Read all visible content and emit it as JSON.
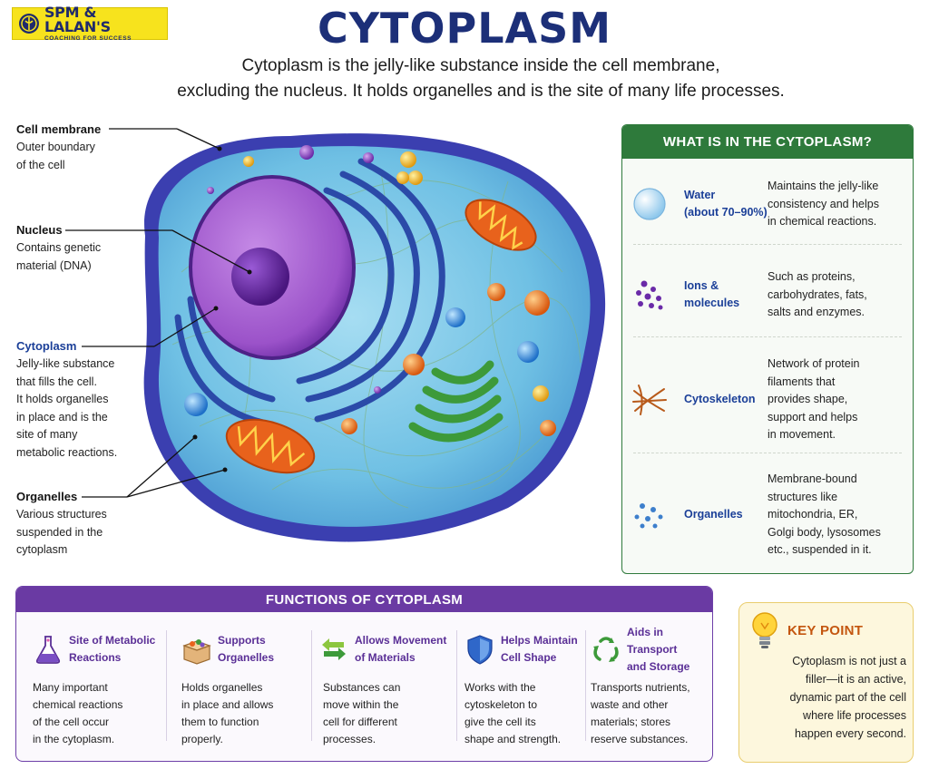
{
  "logo": {
    "name": "SPM & LALAN'S",
    "tagline": "COACHING FOR SUCCESS"
  },
  "title": "CYTOPLASM",
  "subtitle_line1": "Cytoplasm is the jelly-like substance inside the cell membrane,",
  "subtitle_line2": "excluding the nucleus. It holds organelles and is the site of many life processes.",
  "labels": {
    "cell_membrane": {
      "heading": "Cell membrane",
      "desc": [
        "Outer boundary",
        "of the cell"
      ]
    },
    "nucleus": {
      "heading": "Nucleus",
      "desc": [
        "Contains genetic",
        "material (DNA)"
      ]
    },
    "cytoplasm": {
      "heading": "Cytoplasm",
      "desc": [
        "Jelly-like substance",
        "that fills the cell.",
        "It holds organelles",
        "in place and is the",
        "site of many",
        "metabolic reactions."
      ]
    },
    "organelles": {
      "heading": "Organelles",
      "desc": [
        "Various structures",
        "suspended in the",
        "cytoplasm"
      ]
    }
  },
  "contents_panel": {
    "heading": "WHAT IS IN THE CYTOPLASM?",
    "rows": [
      {
        "name": [
          "Water",
          "(about 70–90%)"
        ],
        "desc": [
          "Maintains the jelly-like",
          "consistency and helps",
          "in chemical reactions."
        ],
        "icon": "water-drop-icon"
      },
      {
        "name": [
          "Ions &",
          "molecules"
        ],
        "desc": [
          "Such as proteins,",
          "carbohydrates, fats,",
          "salts and enzymes."
        ],
        "icon": "molecules-icon"
      },
      {
        "name": [
          "Cytoskeleton"
        ],
        "desc": [
          "Network of protein",
          "filaments that",
          "provides shape,",
          "support and helps",
          "in movement."
        ],
        "icon": "filaments-icon"
      },
      {
        "name": [
          "Organelles"
        ],
        "desc": [
          "Membrane-bound",
          "structures like",
          "mitochondria, ER,",
          "Golgi body, lysosomes",
          "etc., suspended in it."
        ],
        "icon": "organelle-dots-icon"
      }
    ]
  },
  "functions_panel": {
    "heading": "FUNCTIONS OF CYTOPLASM",
    "items": [
      {
        "title": [
          "Site of Metabolic",
          "Reactions"
        ],
        "desc": [
          "Many important",
          "chemical reactions",
          "of the cell occur",
          "in the cytoplasm."
        ],
        "icon": "flask-icon"
      },
      {
        "title": [
          "Supports",
          "Organelles"
        ],
        "desc": [
          "Holds organelles",
          "in place and allows",
          "them to function",
          "properly."
        ],
        "icon": "box-icon"
      },
      {
        "title": [
          "Allows Movement",
          "of Materials"
        ],
        "desc": [
          "Substances can",
          "move within the",
          "cell for different",
          "processes."
        ],
        "icon": "arrows-icon"
      },
      {
        "title": [
          "Helps Maintain",
          "Cell Shape"
        ],
        "desc": [
          "Works with the",
          "cytoskeleton to",
          "give the cell its",
          "shape and strength."
        ],
        "icon": "shield-icon"
      },
      {
        "title": [
          "Aids in Transport",
          "and Storage"
        ],
        "desc": [
          "Transports nutrients,",
          "waste and other",
          "materials; stores",
          "reserve substances."
        ],
        "icon": "recycle-icon"
      }
    ]
  },
  "key_point": {
    "heading": "KEY POINT",
    "text": [
      "Cytoplasm is not just a",
      "filler—it is an active,",
      "dynamic part of the cell",
      "where life processes",
      "happen every second."
    ],
    "icon": "lightbulb-icon"
  },
  "colors": {
    "title": "#1c2f78",
    "label_blue": "#1b3f98",
    "green_panel": "#2e7a3b",
    "purple_panel": "#6a3aa3",
    "key_point_accent": "#c4560f",
    "cytoplasm_fill": "#74c3e6",
    "membrane": "#3b3fb0",
    "nucleus": "#9b52c9"
  }
}
